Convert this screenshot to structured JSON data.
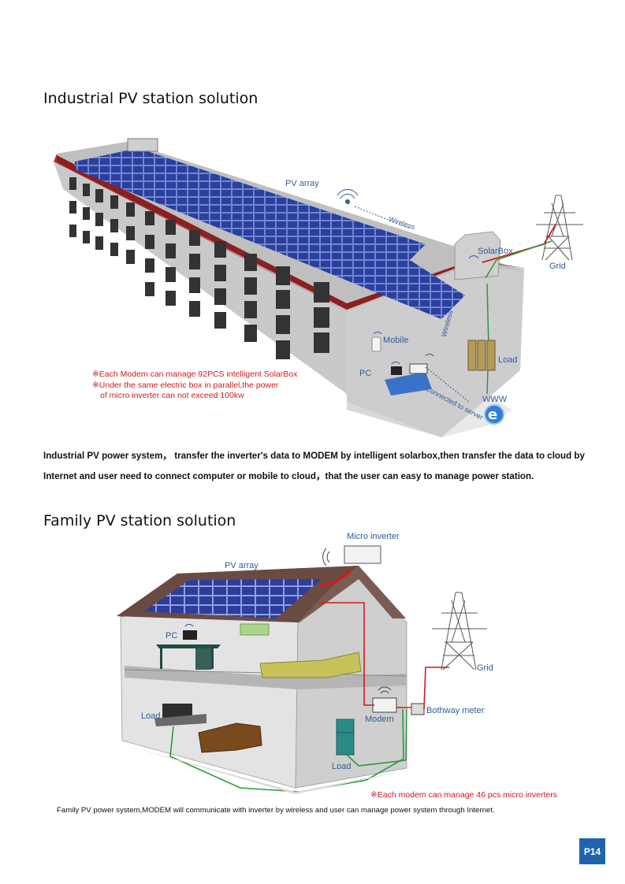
{
  "sections": {
    "industrial_title": "Industrial PV station solution",
    "family_title": "Family PV station solution"
  },
  "industrial": {
    "labels": {
      "pv_array": "PV array",
      "wireless": "Wireless",
      "solarbox": "SolarBox",
      "grid": "Grid",
      "mobile": "Mobile",
      "pc": "PC",
      "load": "Load",
      "www": "WWW",
      "connected": "Connected to server",
      "wireless2": "Wireless"
    },
    "notes": [
      "※Each Modem can manage 92PCS intelligent SolarBox",
      "※Under the same electric box in parallel,the power",
      "of micro inverter can not exceed 100kw"
    ],
    "description_line1": "Industrial PV power system， transfer the inverter's data to MODEM by intelligent solarbox,then transfer the data to cloud by",
    "description_line2": "Internet and user need to connect computer or mobile to cloud，that the user can easy to manage power station."
  },
  "family": {
    "labels": {
      "micro_inverter": "Micro inverter",
      "pv_array": "PV array",
      "pc": "PC",
      "grid": "Grid",
      "load1": "Load",
      "modem": "Modem",
      "meter": "Bothway meter",
      "load2": "Load"
    },
    "note": "※Each modem can manage 46 pcs micro inverters",
    "caption": "Family PV power system,MODEM will communicate with inverter by wireless and user can manage power system through Internet."
  },
  "page_number": "P14",
  "colors": {
    "accent": "#2f5d9a",
    "note_red": "#d11a1a",
    "page_badge": "#1f63ad",
    "panel": "#2b3f9e",
    "roof_edge": "#8a2020",
    "wire_green": "#2a9a3a",
    "wire_red": "#d11a1a"
  }
}
